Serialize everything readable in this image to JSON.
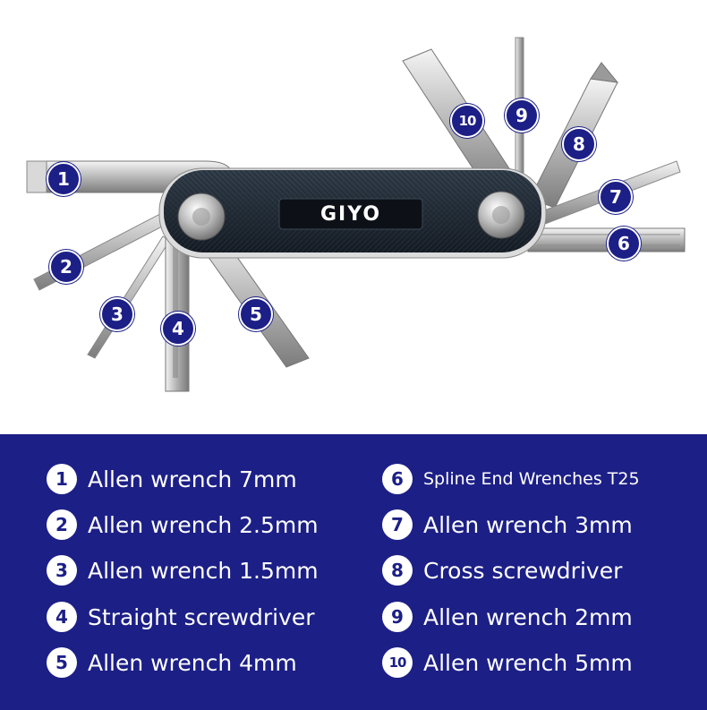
{
  "brand": {
    "name": "GIYO"
  },
  "callouts": [
    "1",
    "2",
    "3",
    "4",
    "5",
    "6",
    "7",
    "8",
    "9",
    "10"
  ],
  "legend": {
    "left": [
      {
        "num": "1",
        "label": "Allen wrench 7mm"
      },
      {
        "num": "2",
        "label": "Allen wrench 2.5mm"
      },
      {
        "num": "3",
        "label": "Allen wrench 1.5mm"
      },
      {
        "num": "4",
        "label": "Straight screwdriver"
      },
      {
        "num": "5",
        "label": "Allen wrench 4mm"
      }
    ],
    "right": [
      {
        "num": "6",
        "label": "Spline End Wrenches T25"
      },
      {
        "num": "7",
        "label": "Allen wrench 3mm"
      },
      {
        "num": "8",
        "label": "Cross screwdriver"
      },
      {
        "num": "9",
        "label": "Allen wrench 2mm"
      },
      {
        "num": "10",
        "label": "Allen wrench 5mm"
      }
    ]
  },
  "colors": {
    "legend_bg": "#1c1f86",
    "callout_bg": "#1c1f86",
    "text": "#ffffff"
  }
}
